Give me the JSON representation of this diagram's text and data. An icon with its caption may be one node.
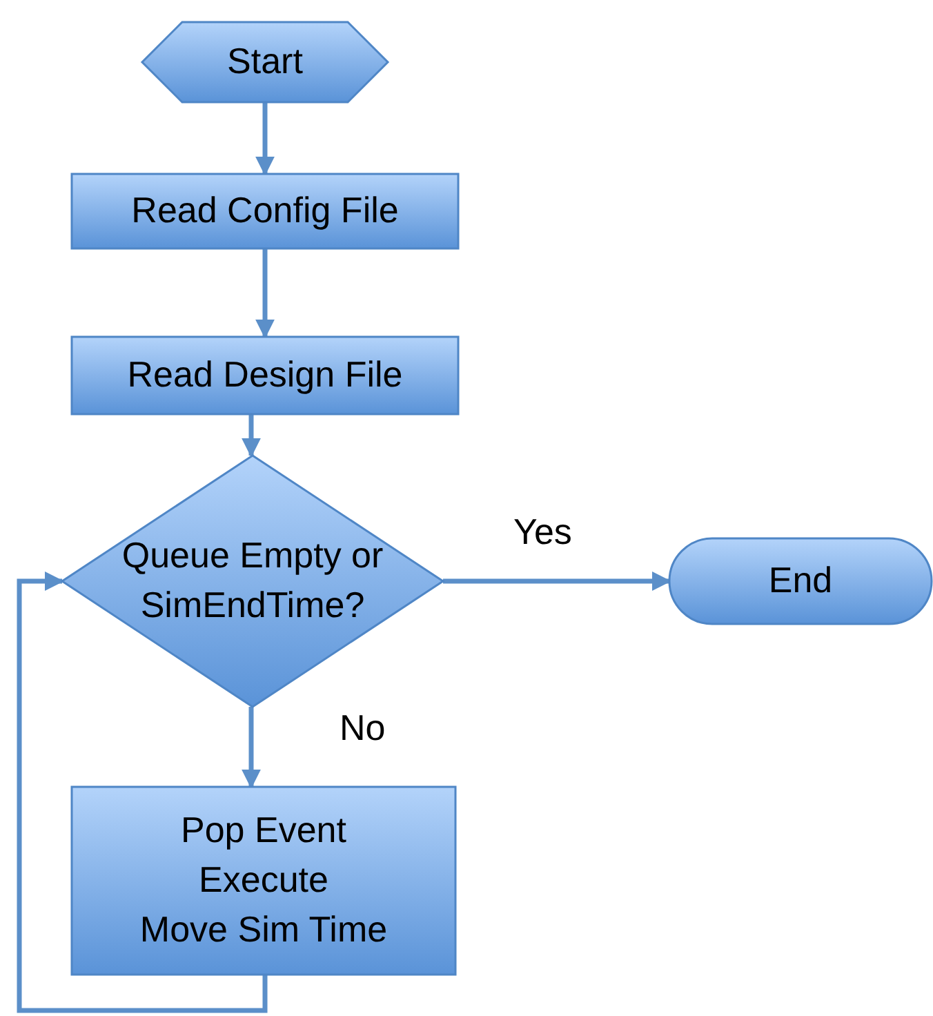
{
  "diagram": {
    "nodes": [
      {
        "text": [
          "Start"
        ]
      },
      {
        "text": [
          "Read Config File"
        ]
      },
      {
        "text": [
          "Read Design File"
        ]
      },
      {
        "text": [
          "Queue Empty or SimEndTime?"
        ]
      },
      {
        "text": [
          "End"
        ]
      },
      {
        "text": [
          "Pop Event",
          "Execute",
          "Move Sim Time"
        ]
      }
    ],
    "edges": [
      {
        "from": 0,
        "to": 1,
        "arrow": "to"
      },
      {
        "from": 1,
        "to": 2,
        "arrow": "to"
      },
      {
        "from": 2,
        "to": 3,
        "arrow": "to"
      },
      {
        "from": 3,
        "to": 4,
        "arrow": "to",
        "label": "Yes"
      },
      {
        "from": 3,
        "to": 5,
        "arrow": "to",
        "label": "No"
      },
      {
        "from": 5,
        "to": 3,
        "arrow": "to"
      }
    ]
  }
}
